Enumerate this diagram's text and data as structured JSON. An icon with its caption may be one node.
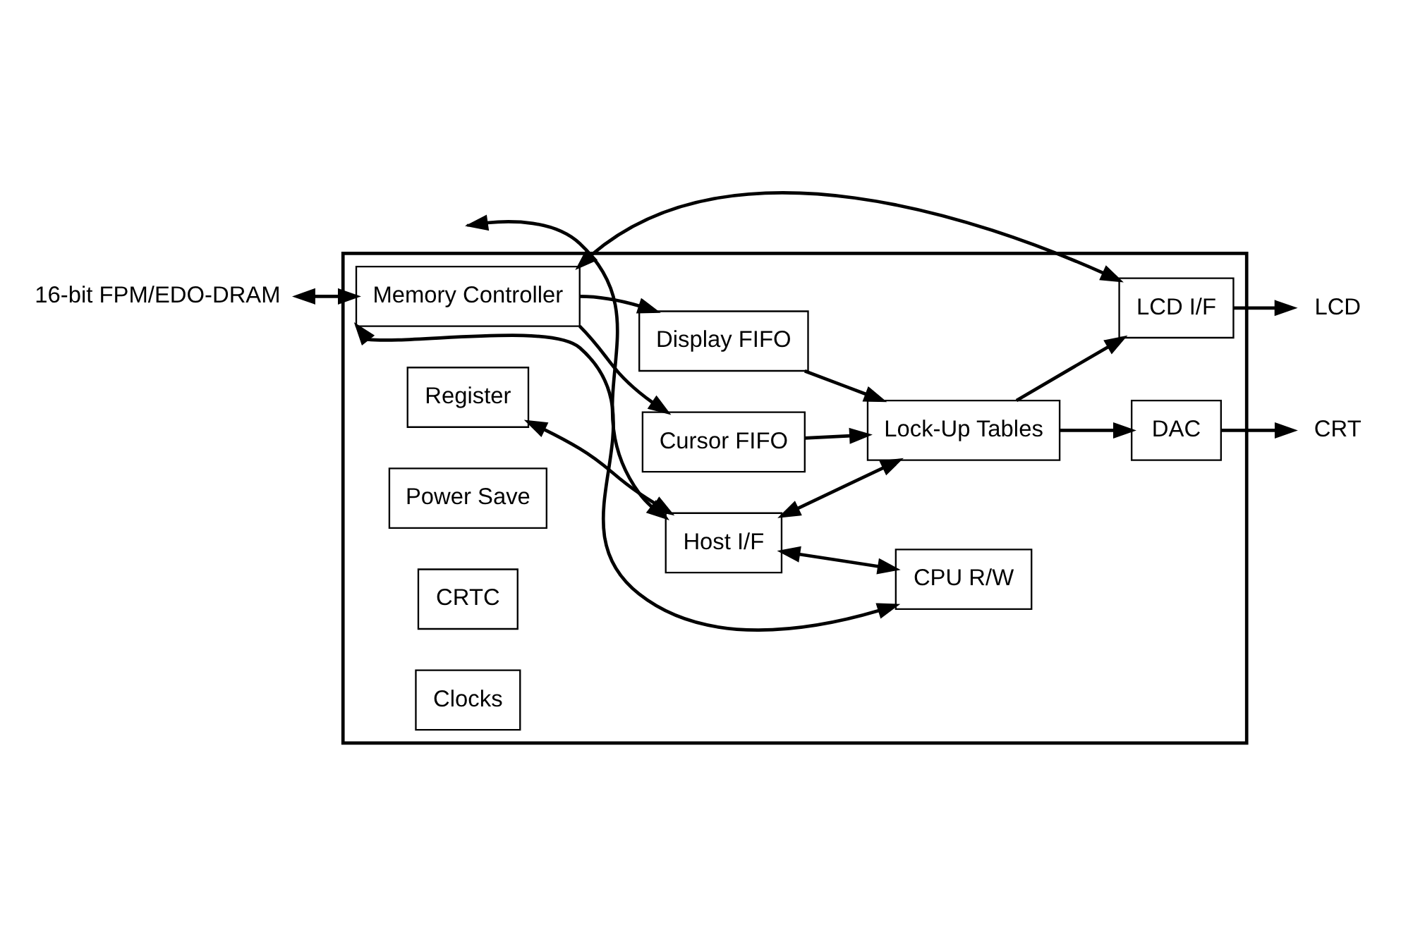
{
  "diagram": {
    "nodes": [
      {
        "text": [],
        "shape": "box"
      },
      {
        "text": [
          "16-bit FPM/EDO-DRAM"
        ]
      },
      {
        "text": [
          "Register"
        ],
        "in": 0
      },
      {
        "text": [
          "Memory Controller"
        ],
        "in": 0
      },
      {
        "text": [
          "CPU R/W"
        ],
        "in": 0
      },
      {
        "text": [
          "Host I/F"
        ],
        "in": 0
      },
      {
        "text": [
          "LCD I/F"
        ],
        "in": 0
      },
      {
        "text": [
          "Display FIFO"
        ],
        "in": 0
      },
      {
        "text": [
          "Lock-Up Tables"
        ],
        "in": 0
      },
      {
        "text": [
          "Cursor FIFO"
        ],
        "in": 0
      },
      {
        "text": [
          "DAC"
        ],
        "in": 0
      },
      {
        "text": [
          "Power Save"
        ],
        "in": 0
      },
      {
        "text": [
          "CRTC"
        ],
        "in": 0
      },
      {
        "text": [
          "Clocks"
        ],
        "in": 0
      },
      {
        "text": [
          "LCD"
        ]
      },
      {
        "text": [
          "CRT"
        ]
      }
    ],
    "edges": [
      {
        "from": 1,
        "to": 3,
        "arrow": "both"
      },
      {
        "from": 2,
        "to": 5,
        "arrow": "both"
      },
      {
        "from": 3,
        "to": 4,
        "arrow": "both"
      },
      {
        "from": 5,
        "to": 4,
        "arrow": "both"
      },
      {
        "from": 3,
        "to": 6,
        "arrow": "both"
      },
      {
        "from": 3,
        "to": 7,
        "arrow": "to"
      },
      {
        "from": 3,
        "to": 9,
        "arrow": "to"
      },
      {
        "from": null,
        "to": 5,
        "arrow": "both"
      },
      {
        "from": 7,
        "to": 8,
        "arrow": "to"
      },
      {
        "from": 5,
        "to": 8,
        "arrow": "both"
      },
      {
        "from": 9,
        "to": 8,
        "arrow": "to"
      },
      {
        "from": 8,
        "to": 6,
        "arrow": "to"
      },
      {
        "from": 8,
        "to": 10,
        "arrow": "to"
      },
      {
        "from": 6,
        "to": 14,
        "arrow": "to"
      },
      {
        "from": 10,
        "to": 15,
        "arrow": "to"
      }
    ]
  }
}
